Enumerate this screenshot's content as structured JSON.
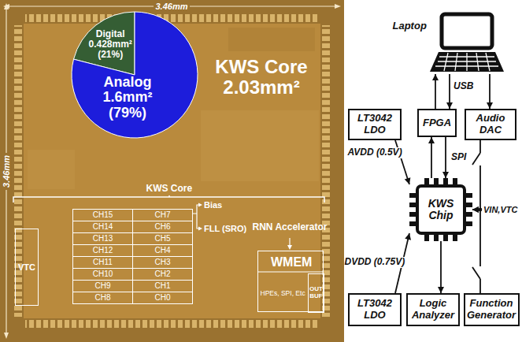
{
  "diagram": {
    "nodes": [
      {
        "text": [
          "KWS Core 2.03mm²"
        ]
      },
      {
        "text": [
          "Digital 0.428mm² (21%)",
          "Analog 1.6mm² (79%)"
        ],
        "in": 0
      },
      {
        "text": [
          "VTC"
        ],
        "in": 0
      },
      {
        "text": [
          "CH15"
        ],
        "in": 0
      },
      {
        "text": [
          "CH7"
        ],
        "in": 0
      },
      {
        "text": [
          "CH14"
        ],
        "in": 0
      },
      {
        "text": [
          "CH6"
        ],
        "in": 0
      },
      {
        "text": [
          "CH13"
        ],
        "in": 0
      },
      {
        "text": [
          "CH5"
        ],
        "in": 0
      },
      {
        "text": [
          "CH12"
        ],
        "in": 0
      },
      {
        "text": [
          "CH4"
        ],
        "in": 0
      },
      {
        "text": [
          "CH11"
        ],
        "in": 0
      },
      {
        "text": [
          "CH3"
        ],
        "in": 0
      },
      {
        "text": [
          "CH10"
        ],
        "in": 0
      },
      {
        "text": [
          "CH2"
        ],
        "in": 0
      },
      {
        "text": [
          "CH9"
        ],
        "in": 0
      },
      {
        "text": [
          "CH1"
        ],
        "in": 0
      },
      {
        "text": [
          "CH8"
        ],
        "in": 0
      },
      {
        "text": [
          "CH0"
        ],
        "in": 0
      },
      {
        "text": [
          "WMEM",
          "HPEs, SPI, Etc"
        ],
        "in": 0
      },
      {
        "text": [
          "OUT BUF"
        ],
        "in": 19
      },
      {
        "text": [
          "Laptop"
        ]
      },
      {
        "text": [
          "LT3042 LDO"
        ]
      },
      {
        "text": [
          "FPGA"
        ]
      },
      {
        "text": [
          "Audio DAC"
        ]
      },
      {
        "text": [
          "KWS Chip"
        ]
      },
      {
        "text": [
          "LT3042 LDO"
        ]
      },
      {
        "text": [
          "Logic Analyzer"
        ]
      },
      {
        "text": [
          "Function Generator"
        ]
      }
    ],
    "edges": [
      {
        "from": 23,
        "to": 21,
        "arrow": "to"
      },
      {
        "from": 21,
        "to": 23,
        "arrow": "to",
        "label": "USB"
      },
      {
        "from": 21,
        "to": 24,
        "arrow": "to"
      },
      {
        "from": 25,
        "to": 23,
        "arrow": "to"
      },
      {
        "from": 23,
        "to": 25,
        "arrow": "to",
        "label": "SPI"
      },
      {
        "from": 22,
        "to": 25,
        "arrow": "to",
        "label": "AVDD (0.5V)"
      },
      {
        "from": 24,
        "to": 25,
        "arrow": "to",
        "label": "VIN,VTC"
      },
      {
        "from": 26,
        "to": 25,
        "arrow": "to",
        "label": "DVDD (0.75V)"
      },
      {
        "from": 25,
        "to": 27,
        "arrow": "to"
      },
      {
        "from": 28,
        "to": 25,
        "arrow": "to"
      }
    ],
    "labels": [
      "3.46mm",
      "3.46mm",
      "KWS Core",
      "Bias",
      "FLL (SRO)",
      "RNN Accelerator"
    ]
  }
}
